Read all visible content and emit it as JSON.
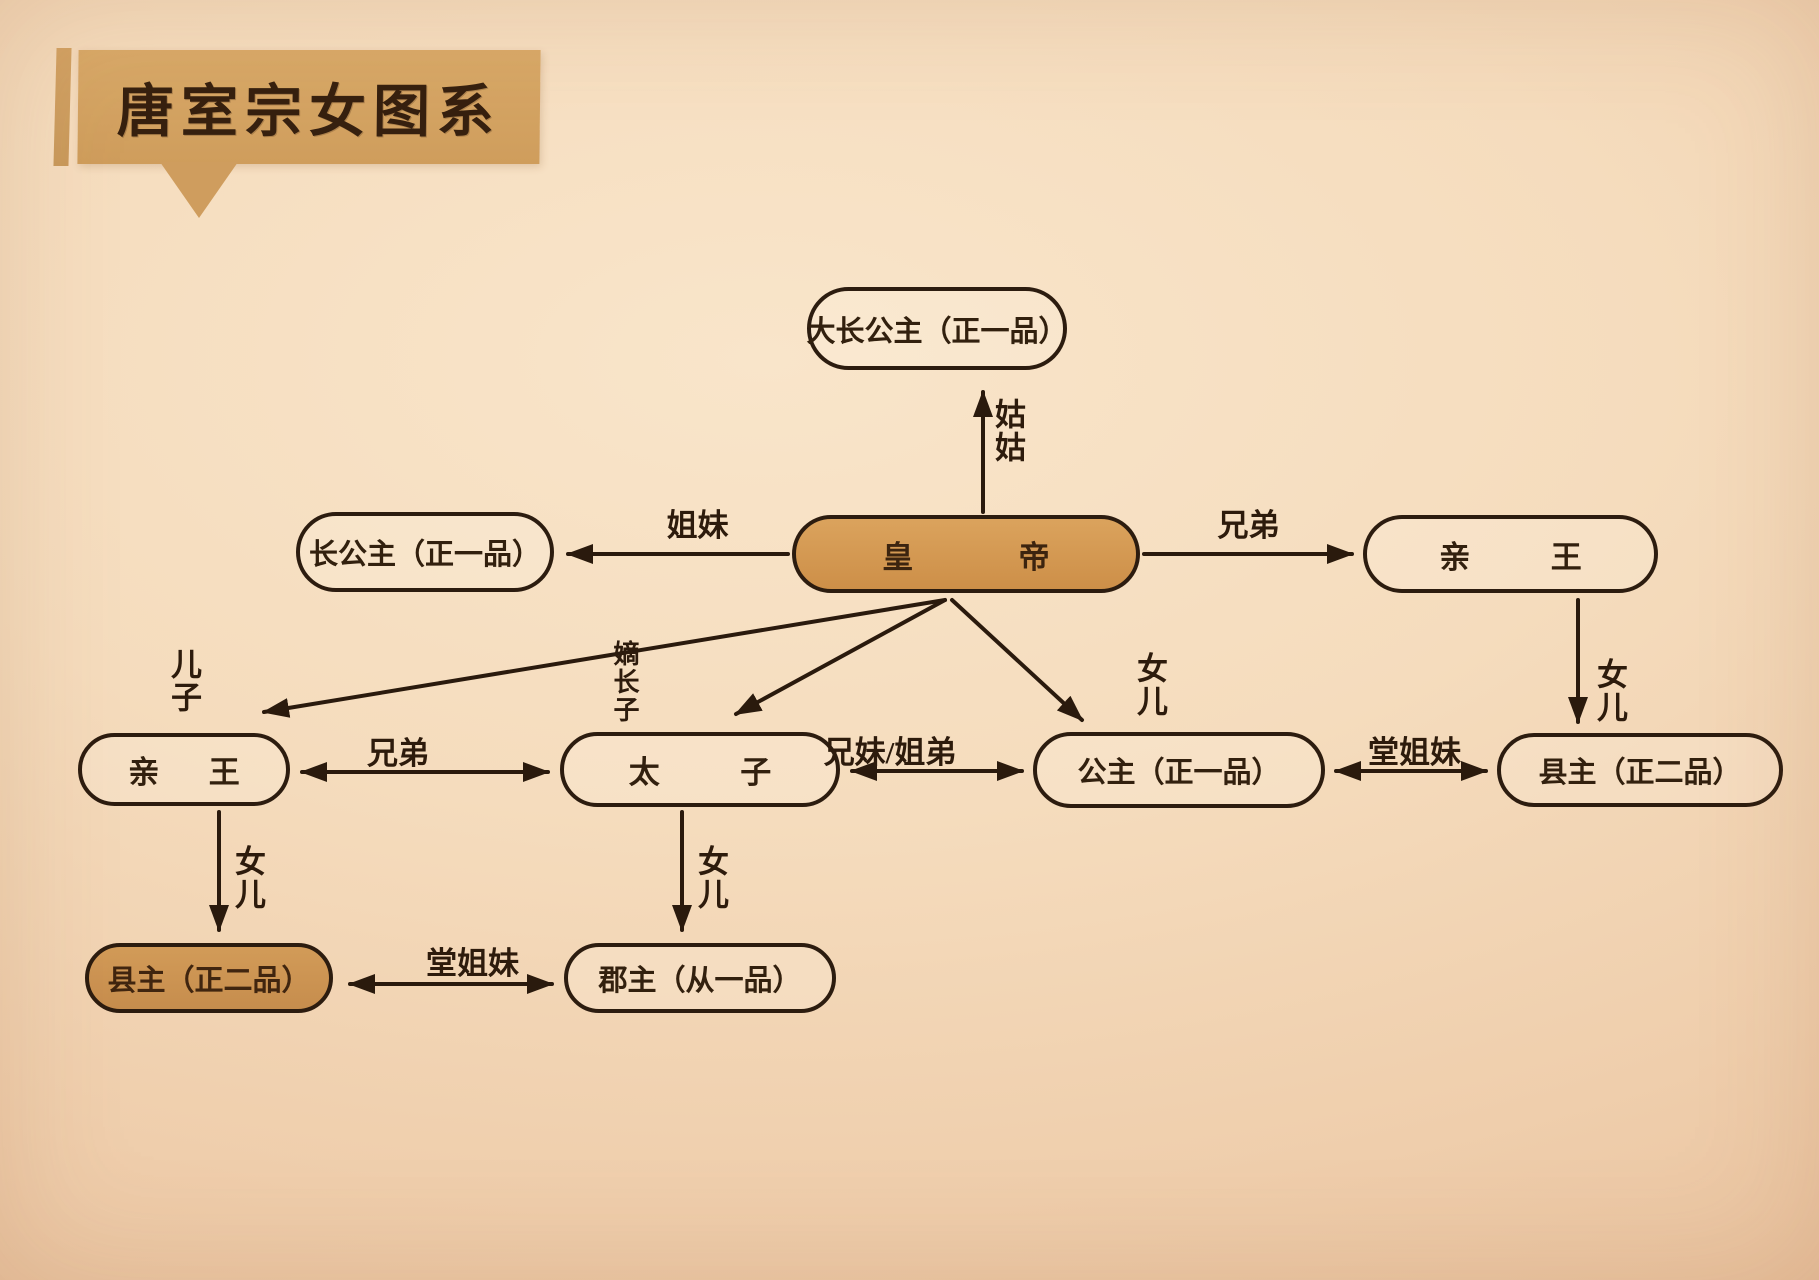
{
  "title": {
    "text": "唐室宗女图系"
  },
  "colors": {
    "background": "#f5dcbd",
    "banner_fill": "#d2a162",
    "node_border": "#2c1c0f",
    "highlight_fill": "#d2964f",
    "text": "#32200e"
  },
  "nodes": [
    {
      "id": "grand-princess",
      "label": "大长公主（正一品）",
      "highlight": false
    },
    {
      "id": "emperor",
      "label": "皇帝",
      "highlight": true
    },
    {
      "id": "eldest-princess",
      "label": "长公主（正一品）",
      "highlight": false
    },
    {
      "id": "prince-right",
      "label": "亲王",
      "highlight": false
    },
    {
      "id": "prince-left",
      "label": "亲王",
      "highlight": false
    },
    {
      "id": "crown-prince",
      "label": "太子",
      "highlight": false
    },
    {
      "id": "princess",
      "label": "公主（正一品）",
      "highlight": false
    },
    {
      "id": "county-princess-right",
      "label": "县主（正二品）",
      "highlight": false
    },
    {
      "id": "county-princess-left",
      "label": "县主（正二品）",
      "highlight": true
    },
    {
      "id": "commandery-princess",
      "label": "郡主（从一品）",
      "highlight": false
    }
  ],
  "edges": [
    {
      "from": "emperor",
      "to": "grand-princess",
      "label": "姑姑",
      "type": "arrow"
    },
    {
      "from": "emperor",
      "to": "eldest-princess",
      "label": "姐妹",
      "type": "arrow"
    },
    {
      "from": "emperor",
      "to": "prince-right",
      "label": "兄弟",
      "type": "arrow"
    },
    {
      "from": "emperor",
      "to": "prince-left",
      "label": "儿子",
      "type": "arrow"
    },
    {
      "from": "emperor",
      "to": "crown-prince",
      "label": "嫡长子",
      "type": "arrow"
    },
    {
      "from": "emperor",
      "to": "princess",
      "label": "女儿",
      "type": "arrow"
    },
    {
      "from": "prince-right",
      "to": "county-princess-right",
      "label": "女儿",
      "type": "arrow"
    },
    {
      "from": "prince-left",
      "to": "crown-prince",
      "label": "兄弟",
      "type": "double"
    },
    {
      "from": "crown-prince",
      "to": "princess",
      "label": "兄妹/姐弟",
      "type": "double"
    },
    {
      "from": "princess",
      "to": "county-princess-right",
      "label": "堂姐妹",
      "type": "double"
    },
    {
      "from": "prince-left",
      "to": "county-princess-left",
      "label": "女儿",
      "type": "arrow"
    },
    {
      "from": "crown-prince",
      "to": "commandery-princess",
      "label": "女儿",
      "type": "arrow"
    },
    {
      "from": "county-princess-left",
      "to": "commandery-princess",
      "label": "堂姐妹",
      "type": "double"
    }
  ]
}
